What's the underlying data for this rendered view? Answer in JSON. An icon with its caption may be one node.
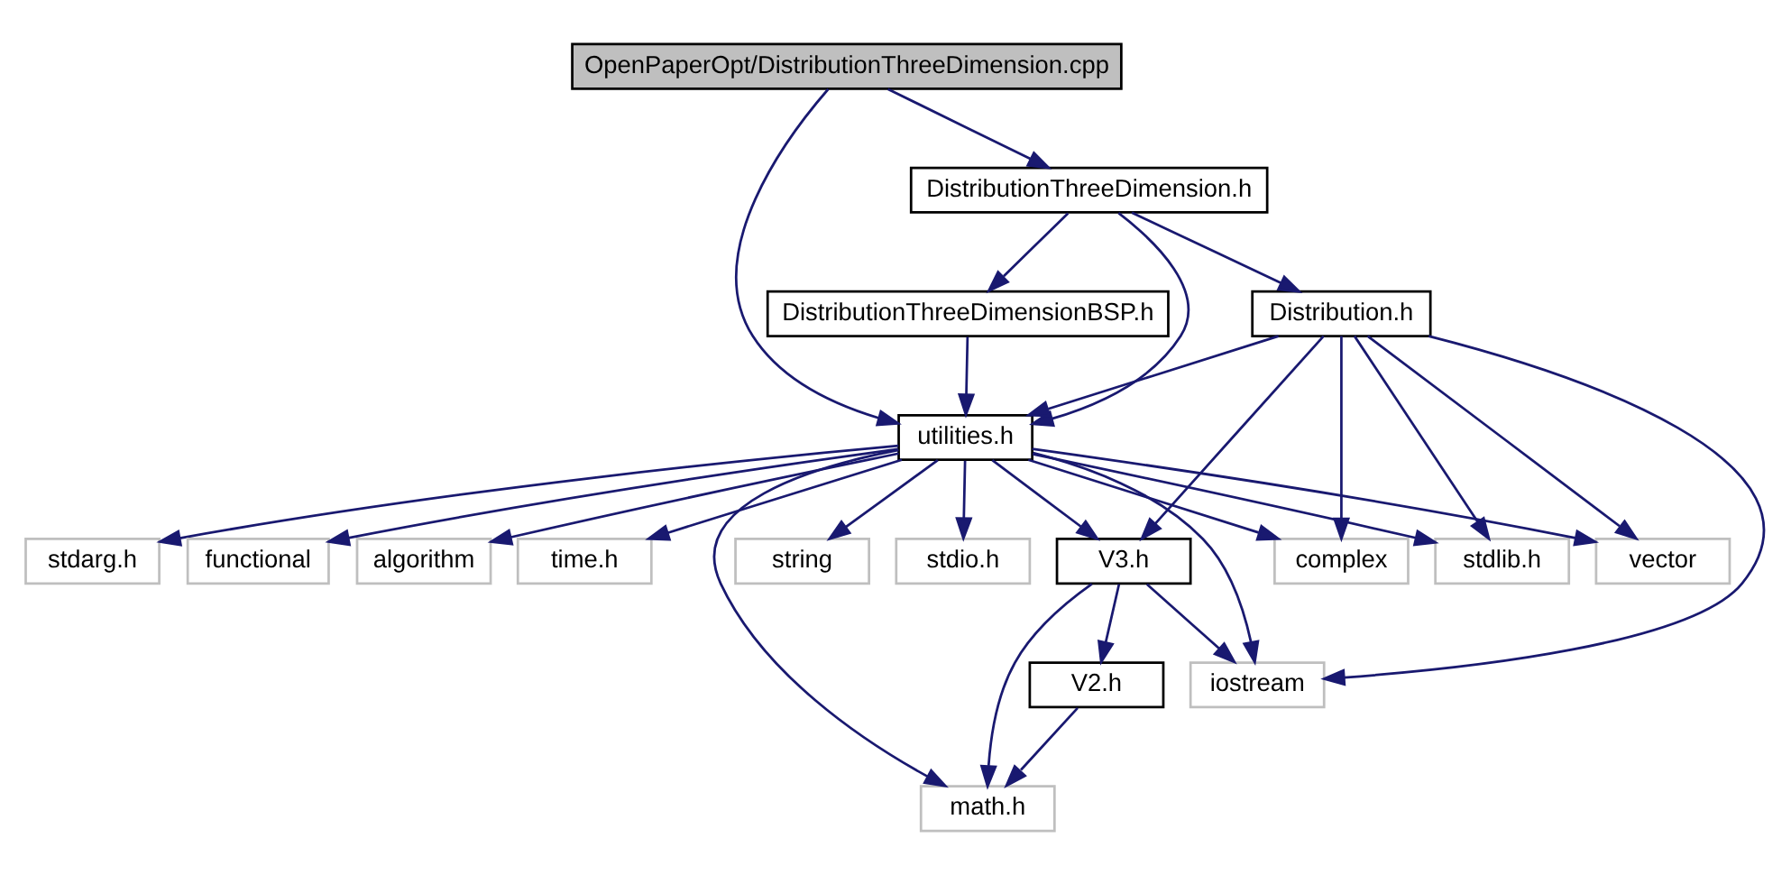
{
  "diagram": {
    "nodes": [
      {
        "text": [
          "OpenPaperOpt/DistributionThreeDimension.cpp"
        ]
      },
      {
        "text": [
          "DistributionThreeDimension.h"
        ]
      },
      {
        "text": [
          "DistributionThreeDimensionBSP.h"
        ]
      },
      {
        "text": [
          "Distribution.h"
        ]
      },
      {
        "text": [
          "utilities.h"
        ]
      },
      {
        "text": [
          "algorithm"
        ]
      },
      {
        "text": [
          "time.h"
        ]
      },
      {
        "text": [
          "string"
        ]
      },
      {
        "text": [
          "stdio.h"
        ]
      },
      {
        "text": [
          "stdarg.h"
        ]
      },
      {
        "text": [
          "functional"
        ]
      },
      {
        "text": [
          "V3.h"
        ]
      },
      {
        "text": [
          "complex"
        ]
      },
      {
        "text": [
          "stdlib.h"
        ]
      },
      {
        "text": [
          "vector"
        ]
      },
      {
        "text": [
          "V2.h"
        ]
      },
      {
        "text": [
          "iostream"
        ]
      },
      {
        "text": [
          "math.h"
        ]
      }
    ],
    "edges": [
      {
        "from": 0,
        "to": 1,
        "arrow": "to"
      },
      {
        "from": 0,
        "to": 4,
        "arrow": "to"
      },
      {
        "from": 1,
        "to": 4,
        "arrow": "to"
      },
      {
        "from": 1,
        "to": 2,
        "arrow": "to"
      },
      {
        "from": 1,
        "to": 3,
        "arrow": "to"
      },
      {
        "from": 2,
        "to": 4,
        "arrow": "to"
      },
      {
        "from": 3,
        "to": 4,
        "arrow": "to"
      },
      {
        "from": 3,
        "to": 11,
        "arrow": "to"
      },
      {
        "from": 3,
        "to": 12,
        "arrow": "to"
      },
      {
        "from": 3,
        "to": 13,
        "arrow": "to"
      },
      {
        "from": 3,
        "to": 14,
        "arrow": "to"
      },
      {
        "from": 3,
        "to": 16,
        "arrow": "to"
      },
      {
        "from": 4,
        "to": 5,
        "arrow": "to"
      },
      {
        "from": 4,
        "to": 6,
        "arrow": "to"
      },
      {
        "from": 4,
        "to": 7,
        "arrow": "to"
      },
      {
        "from": 4,
        "to": 8,
        "arrow": "to"
      },
      {
        "from": 4,
        "to": 17,
        "arrow": "to"
      },
      {
        "from": 4,
        "to": 9,
        "arrow": "to"
      },
      {
        "from": 4,
        "to": 10,
        "arrow": "to"
      },
      {
        "from": 4,
        "to": 11,
        "arrow": "to"
      },
      {
        "from": 4,
        "to": 16,
        "arrow": "to"
      },
      {
        "from": 4,
        "to": 12,
        "arrow": "to"
      },
      {
        "from": 4,
        "to": 13,
        "arrow": "to"
      },
      {
        "from": 4,
        "to": 14,
        "arrow": "to"
      },
      {
        "from": 11,
        "to": 15,
        "arrow": "to"
      },
      {
        "from": 11,
        "to": 16,
        "arrow": "to"
      },
      {
        "from": 11,
        "to": 17,
        "arrow": "to"
      },
      {
        "from": 15,
        "to": 17,
        "arrow": "to"
      }
    ]
  }
}
